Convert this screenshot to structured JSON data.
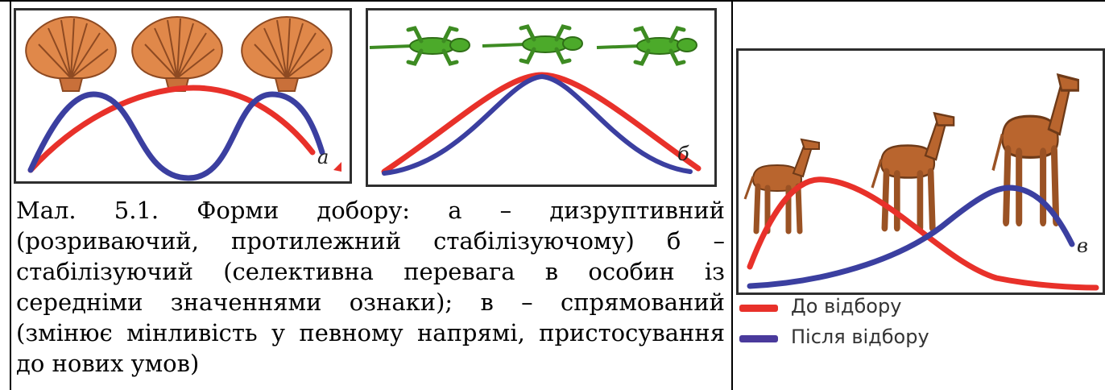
{
  "caption": "Мал. 5.1. Форми добору: а – дизруптивний (розриваючий, протилежний стабілізуючому) б – стабілізуючий (селективна перевага в особин із середніми значеннями ознаки); в – спрямований (змінює мінливість у певному напрямі, пристосування до нових умов)",
  "panels": [
    {
      "letter": "а",
      "organism": "seashell",
      "curve_before": "single central peak",
      "curve_after": "two peaks at both extremes"
    },
    {
      "letter": "б",
      "organism": "lizard",
      "curve_before": "wide central peak",
      "curve_after": "narrower central peak"
    },
    {
      "letter": "в",
      "organism": "giraffe",
      "curve_before": "peak shifted to left",
      "curve_after": "peak shifted to right"
    }
  ],
  "legend": [
    {
      "label": "До відбору",
      "color": "#e8312a"
    },
    {
      "label": "Після відбору",
      "color": "#4a3a9c"
    }
  ],
  "colors": {
    "before": "#e8312a",
    "after": "#3b3fa0",
    "shell": "#e0884a",
    "lizard": "#4caa2a",
    "giraffe": "#b9652e"
  }
}
